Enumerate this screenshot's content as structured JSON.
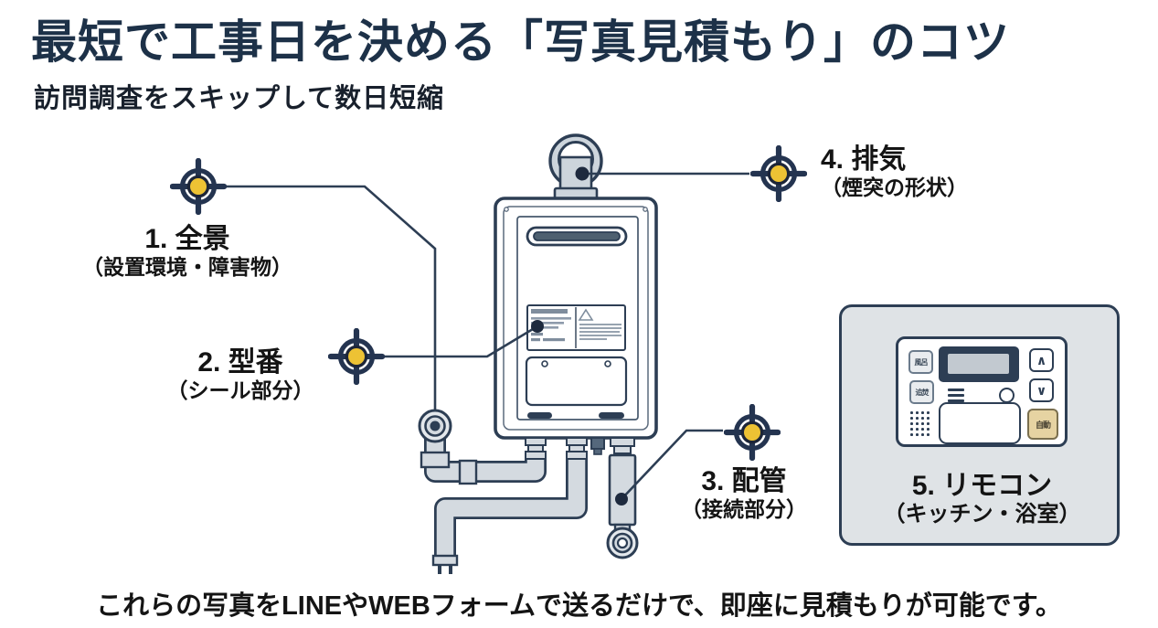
{
  "header": {
    "title": "最短で工事日を決める「写真見積もり」のコツ",
    "subtitle": "訪問調査をスキップして数日短縮"
  },
  "callouts": [
    {
      "label": "1. 全景",
      "sublabel": "（設置環境・障害物）"
    },
    {
      "label": "2. 型番",
      "sublabel": "（シール部分）"
    },
    {
      "label": "3. 配管",
      "sublabel": "（接続部分）"
    },
    {
      "label": "4. 排気",
      "sublabel": "（煙突の形状）"
    },
    {
      "label": "5. リモコン",
      "sublabel": "（キッチン・浴室）"
    }
  ],
  "remote": {
    "button_top_left": "風呂",
    "button_mid_left": "追焚",
    "button_up": "∧",
    "button_down": "∨",
    "button_auto": "自動"
  },
  "footer": {
    "text": "これらの写真をLINEやWEBフォームで送るだけで、即座に見積もりが可能です。"
  },
  "colors": {
    "navy": "#2d3e54",
    "title_navy": "#1d3148",
    "marker_yellow": "#edc234",
    "pipe_gray": "#d4dae0",
    "remote_box_bg": "#dfe3e6",
    "beige_button": "#e6d3a2"
  }
}
